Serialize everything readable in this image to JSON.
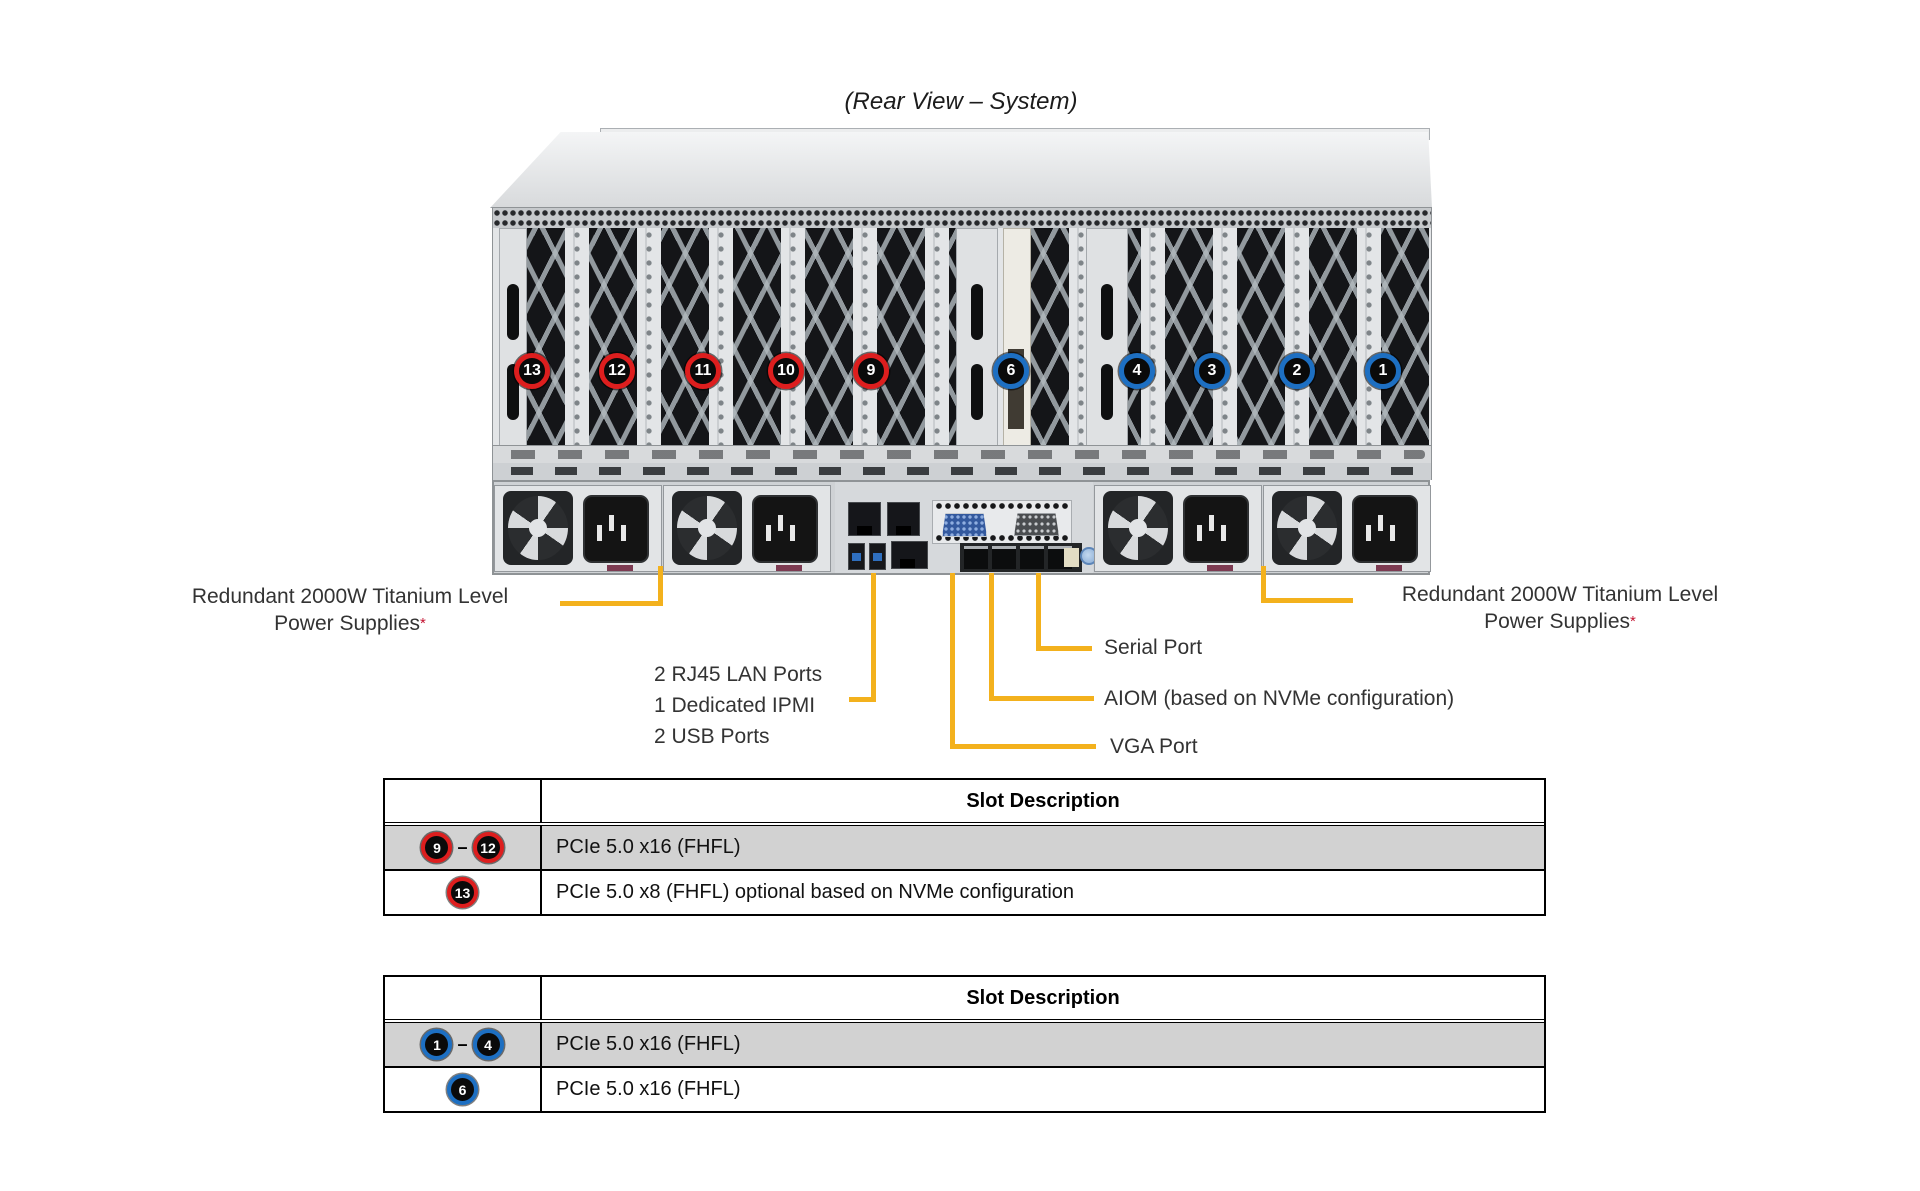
{
  "title": "(Rear View – System)",
  "colors": {
    "callout_yellow": "#F3B11D",
    "slot_red": "#DD1E1E",
    "slot_blue": "#1D6FC2",
    "table_row_gray": "#D2D2D2",
    "asterisk_red": "#C41230"
  },
  "callouts": {
    "psu_left": {
      "line1": "Redundant 2000W Titanium Level",
      "line2": "Power Supplies",
      "footnote_mark": "*"
    },
    "psu_right": {
      "line1": "Redundant 2000W Titanium Level",
      "line2": "Power Supplies",
      "footnote_mark": "*"
    },
    "lan": {
      "line1": "2 RJ45 LAN Ports",
      "line2": "1 Dedicated IPMI",
      "line3": "2 USB Ports"
    },
    "serial": {
      "label": "Serial Port"
    },
    "aiom": {
      "label": "AIOM (based on NVMe configuration)"
    },
    "vga": {
      "label": "VGA Port"
    }
  },
  "slot_badges": {
    "red": [
      "13",
      "12",
      "11",
      "10",
      "9"
    ],
    "blue": [
      "6",
      "4",
      "3",
      "2",
      "1"
    ]
  },
  "tables": [
    {
      "header": "Slot Description",
      "rows": [
        {
          "badges": [
            "9",
            "12"
          ],
          "dash": "–",
          "description": "PCIe 5.0 x16 (FHFL)"
        },
        {
          "badges": [
            "13"
          ],
          "description": "PCIe 5.0 x8 (FHFL) optional based on NVMe configuration"
        }
      ]
    },
    {
      "header": "Slot Description",
      "rows": [
        {
          "badges": [
            "1",
            "4"
          ],
          "dash": "–",
          "description": "PCIe 5.0 x16 (FHFL)"
        },
        {
          "badges": [
            "6"
          ],
          "description": "PCIe 5.0 x16 (FHFL)"
        }
      ]
    }
  ]
}
